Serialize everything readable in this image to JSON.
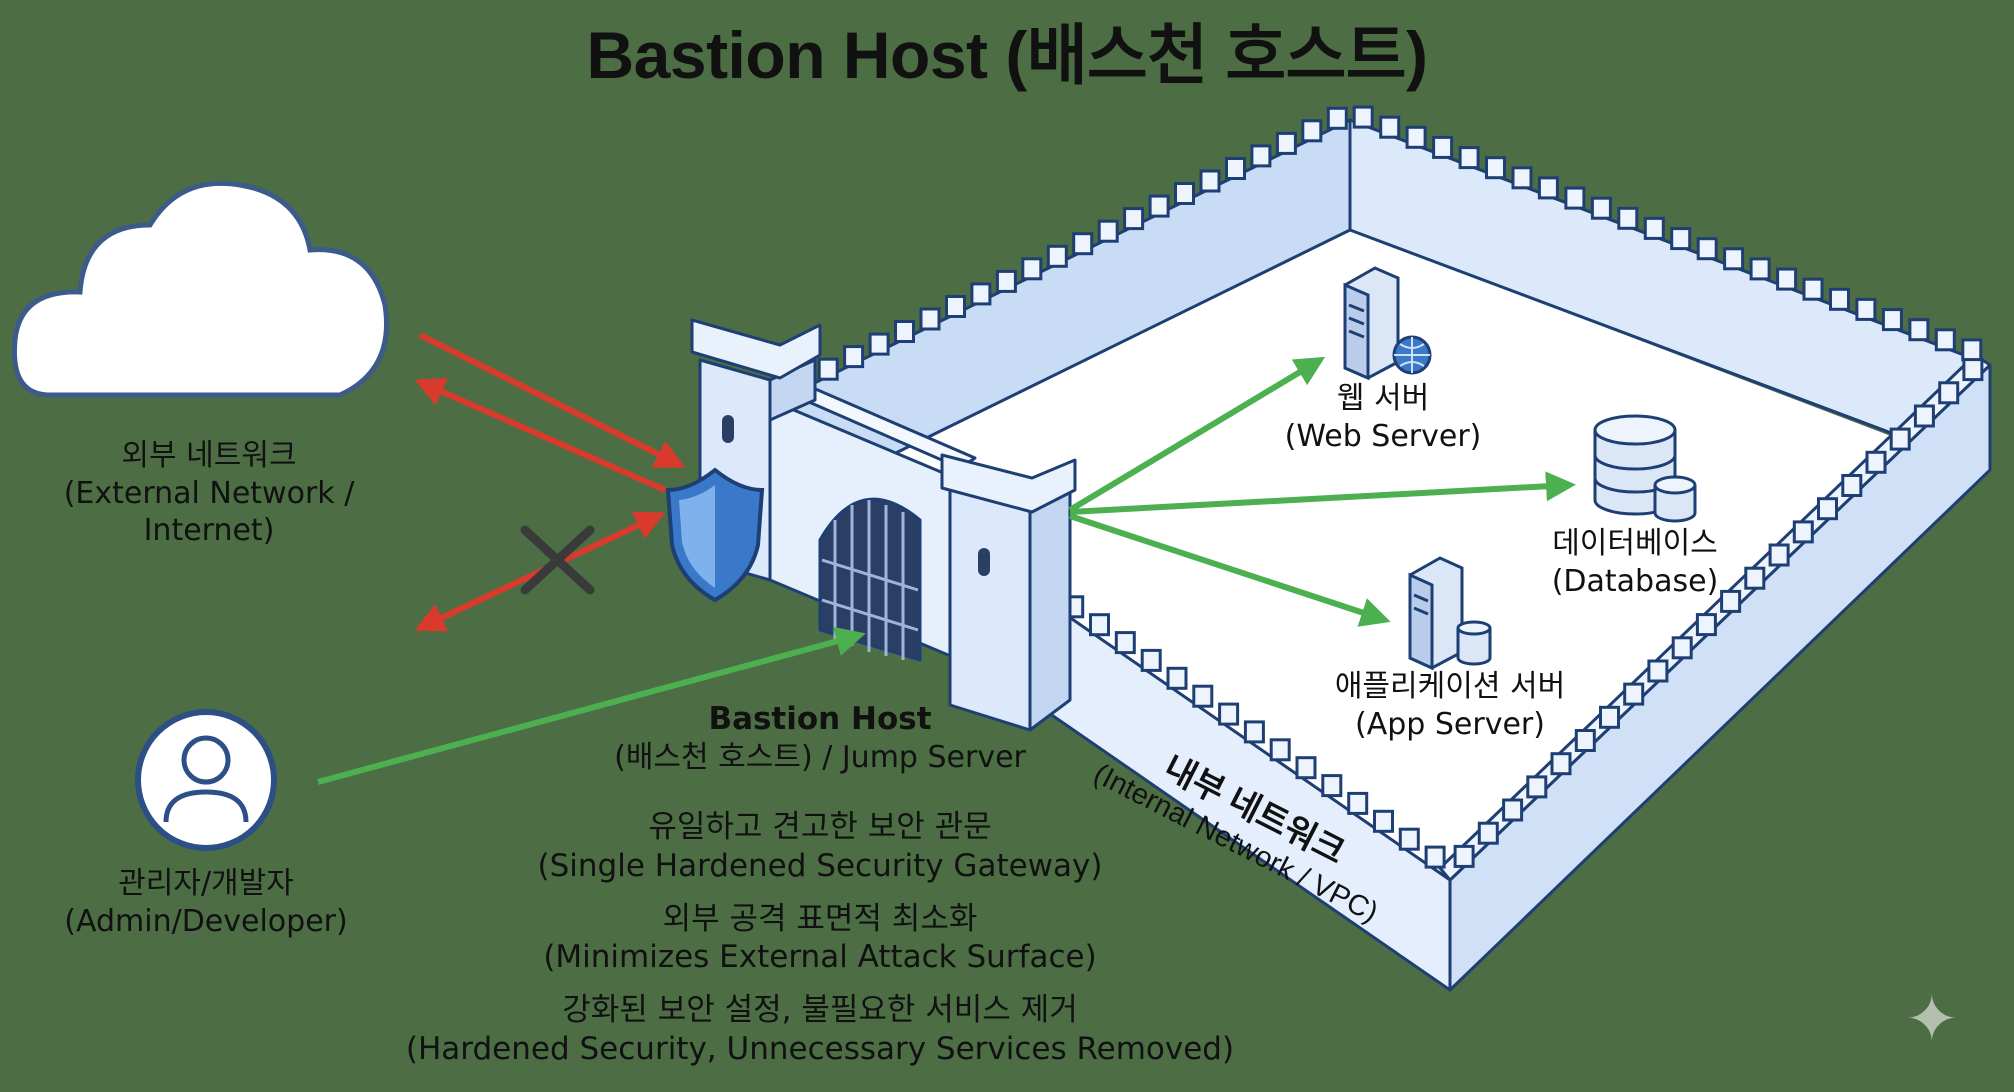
{
  "title": "Bastion Host (배스천 호스트)",
  "external": {
    "ko": "외부 네트워크",
    "en": "(External Network / Internet)"
  },
  "admin": {
    "ko": "관리자/개발자",
    "en": "(Admin/Developer)"
  },
  "bastion": {
    "name": "Bastion Host",
    "sub": "(배스천 호스트) / Jump Server"
  },
  "features": [
    {
      "ko": "유일하고 견고한 보안 관문",
      "en": "(Single Hardened Security Gateway)"
    },
    {
      "ko": "외부 공격 표면적 최소화",
      "en": "(Minimizes External Attack Surface)"
    },
    {
      "ko": "강화된 보안 설정, 불필요한 서비스 제거",
      "en": "(Hardened Security, Unnecessary Services Removed)"
    }
  ],
  "internal": {
    "ko": "내부 네트워크",
    "en": "(Internal Network / VPC)"
  },
  "servers": {
    "web": {
      "ko": "웹 서버",
      "en": "(Web Server)"
    },
    "db": {
      "ko": "데이터베이스",
      "en": "(Database)"
    },
    "app": {
      "ko": "애플리케이션 서버",
      "en": "(App Server)"
    }
  },
  "colors": {
    "background": "#4d6e45",
    "wall": "#dbe9fb",
    "wall_stroke": "#1e3f73",
    "allowed_arrow": "#4caf50",
    "blocked_arrow": "#d93a2b",
    "shield": "#3a78c9"
  }
}
